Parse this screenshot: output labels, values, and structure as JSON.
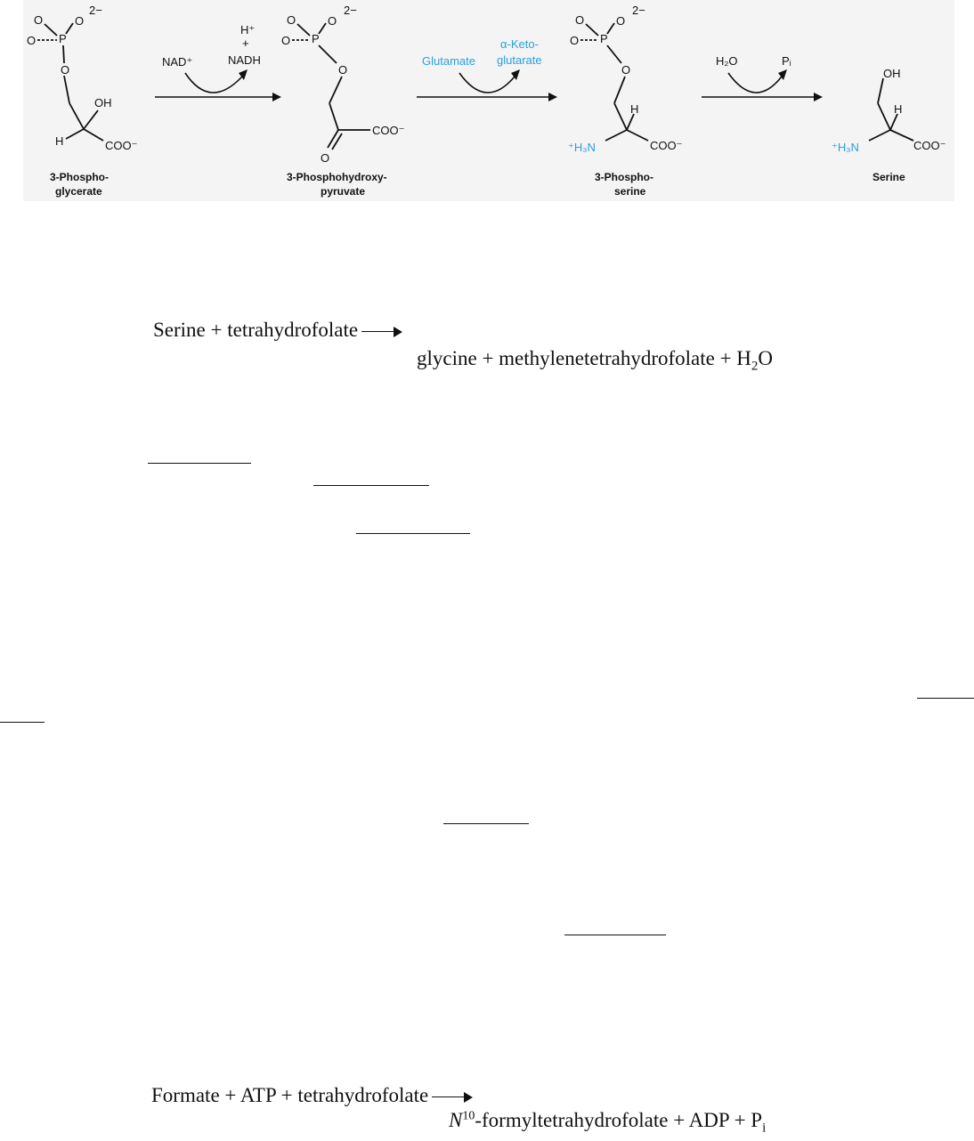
{
  "pathway": {
    "enzymes": {
      "step1_in": "NAD⁺",
      "step1_out_h": "H⁺",
      "step1_out_plus": "+",
      "step1_out_nadh": "NADH",
      "step2_in": "Glutamate",
      "step2_out_line1": "α-Keto-",
      "step2_out_line2": "glutarate",
      "step3_in": "H₂O",
      "step3_out": "Pᵢ"
    },
    "compounds": [
      {
        "line1": "3-Phospho-",
        "line2": "glycerate"
      },
      {
        "line1": "3-Phosphohydroxy-",
        "line2": "pyruvate"
      },
      {
        "line1": "3-Phospho-",
        "line2": "serine"
      },
      {
        "line1": "Serine",
        "line2": ""
      }
    ],
    "atoms": {
      "o": "O",
      "p": "P",
      "charge": "2−",
      "oh": "OH",
      "h": "H",
      "coo": "COO⁻",
      "h3n": "⁺H₃N"
    },
    "accent_color": "#2a9fe0"
  },
  "equations": {
    "eq1_left": "Serine + tetrahydrofolate",
    "eq1_right": "glycine + methylenetetrahydrofolate + H",
    "eq1_sub": "2",
    "eq1_tail": "O",
    "eq2_left": "Formate + ATP + tetrahydrofolate",
    "eq2_right_n": "N",
    "eq2_right_sup": "10",
    "eq2_right": "-formyltetrahydrofolate + ADP + P",
    "eq2_sub": "i"
  }
}
